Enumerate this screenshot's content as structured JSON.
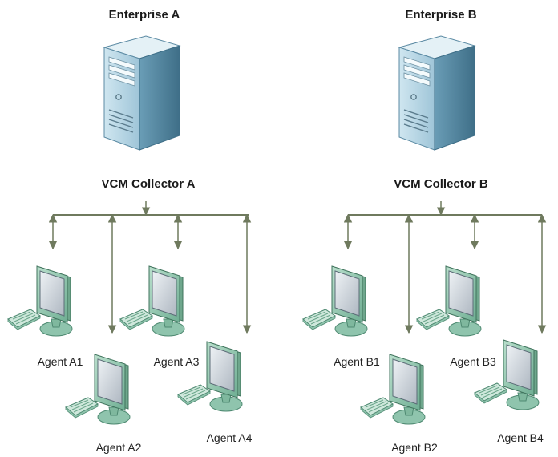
{
  "enterprises": [
    {
      "title": "Enterprise A",
      "collector_label": "VCM Collector A",
      "agents": [
        "Agent A1",
        "Agent A2",
        "Agent A3",
        "Agent A4"
      ]
    },
    {
      "title": "Enterprise B",
      "collector_label": "VCM Collector B",
      "agents": [
        "Agent B1",
        "Agent B2",
        "Agent B3",
        "Agent B4"
      ]
    }
  ],
  "colors": {
    "connector": "#6f7a5e",
    "server_body": "#9dc3d6",
    "server_dark": "#4d7e97",
    "monitor_frame": "#8fc4ad",
    "monitor_screen": "#c9cfd6"
  },
  "icons": {
    "server": "server-tower-icon",
    "workstation": "desktop-computer-icon"
  }
}
